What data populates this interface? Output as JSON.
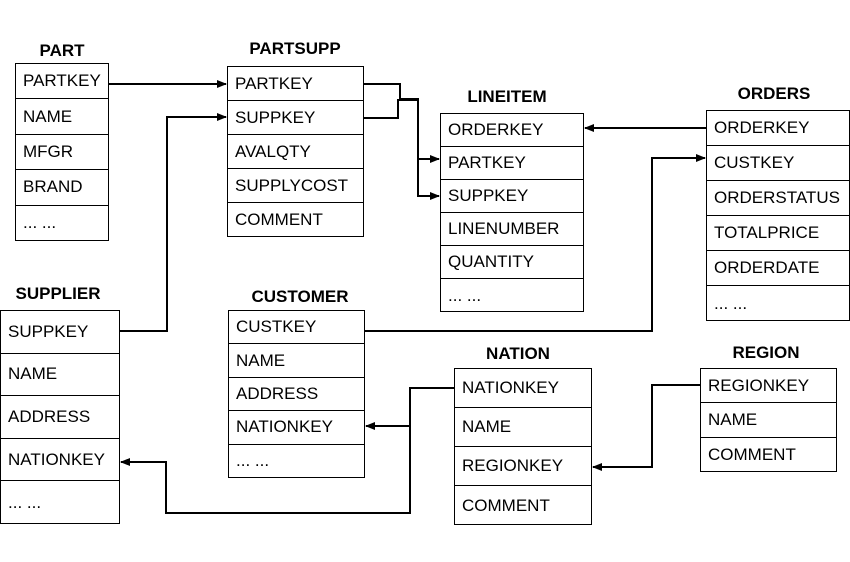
{
  "tables": {
    "part": {
      "title": "PART",
      "fields": [
        "PARTKEY",
        "NAME",
        "MFGR",
        "BRAND",
        "... ..."
      ]
    },
    "partsupp": {
      "title": "PARTSUPP",
      "fields": [
        "PARTKEY",
        "SUPPKEY",
        "AVALQTY",
        "SUPPLYCOST",
        "COMMENT"
      ]
    },
    "lineitem": {
      "title": "LINEITEM",
      "fields": [
        "ORDERKEY",
        "PARTKEY",
        "SUPPKEY",
        "LINENUMBER",
        "QUANTITY",
        "... ..."
      ]
    },
    "orders": {
      "title": "ORDERS",
      "fields": [
        "ORDERKEY",
        "CUSTKEY",
        "ORDERSTATUS",
        "TOTALPRICE",
        "ORDERDATE",
        "... ..."
      ]
    },
    "supplier": {
      "title": "SUPPLIER",
      "fields": [
        "SUPPKEY",
        "NAME",
        "ADDRESS",
        "NATIONKEY",
        "... ..."
      ]
    },
    "customer": {
      "title": "CUSTOMER",
      "fields": [
        "CUSTKEY",
        "NAME",
        "ADDRESS",
        "NATIONKEY",
        "... ..."
      ]
    },
    "nation": {
      "title": "NATION",
      "fields": [
        "NATIONKEY",
        "NAME",
        "REGIONKEY",
        "COMMENT"
      ]
    },
    "region": {
      "title": "REGION",
      "fields": [
        "REGIONKEY",
        "NAME",
        "COMMENT"
      ]
    }
  },
  "relationships": [
    {
      "from": "part.PARTKEY",
      "to": "partsupp.PARTKEY"
    },
    {
      "from": "supplier.SUPPKEY",
      "to": "partsupp.SUPPKEY"
    },
    {
      "from": "partsupp.PARTKEY",
      "to": "lineitem.PARTKEY"
    },
    {
      "from": "partsupp.SUPPKEY",
      "to": "lineitem.SUPPKEY"
    },
    {
      "from": "orders.ORDERKEY",
      "to": "lineitem.ORDERKEY"
    },
    {
      "from": "customer.CUSTKEY",
      "to": "orders.CUSTKEY"
    },
    {
      "from": "nation.NATIONKEY",
      "to": "customer.NATIONKEY"
    },
    {
      "from": "nation.NATIONKEY",
      "to": "supplier.NATIONKEY"
    },
    {
      "from": "region.REGIONKEY",
      "to": "nation.REGIONKEY"
    }
  ]
}
